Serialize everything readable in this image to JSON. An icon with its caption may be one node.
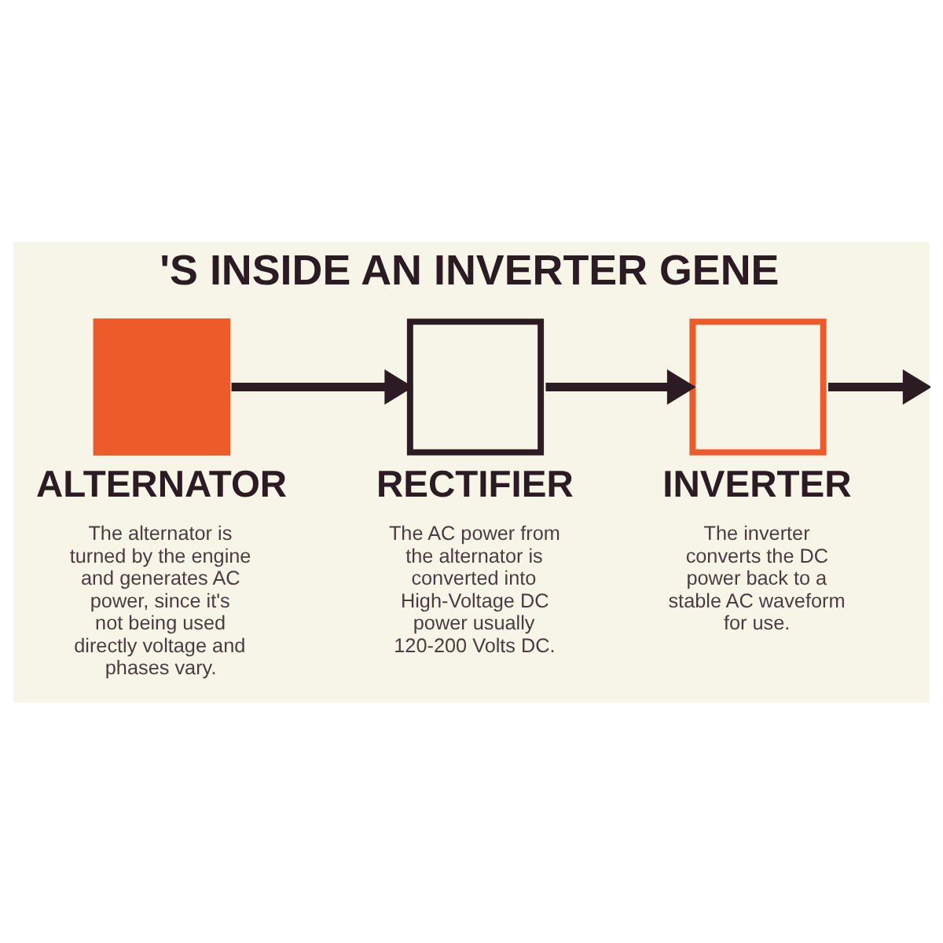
{
  "diagram": {
    "title": "'S INSIDE AN INVERTER GENE",
    "nodes": [
      {
        "text": [
          "ALTERNATOR",
          "The alternator is turned by the engine and generates AC power, since it's not being used directly voltage and phases vary."
        ]
      },
      {
        "text": [
          "RECTIFIER",
          "The AC power from the alternator is converted into High-Voltage DC power usually 120-200 Volts DC."
        ]
      },
      {
        "text": [
          "INVERTER",
          "The inverter converts the DC power back to a stable AC waveform for use."
        ]
      }
    ],
    "edges": [
      {
        "from": 0,
        "to": 1,
        "arrow": "to"
      },
      {
        "from": 1,
        "to": 2,
        "arrow": "to"
      },
      {
        "from": 2,
        "to": null,
        "arrow": "to"
      }
    ]
  }
}
